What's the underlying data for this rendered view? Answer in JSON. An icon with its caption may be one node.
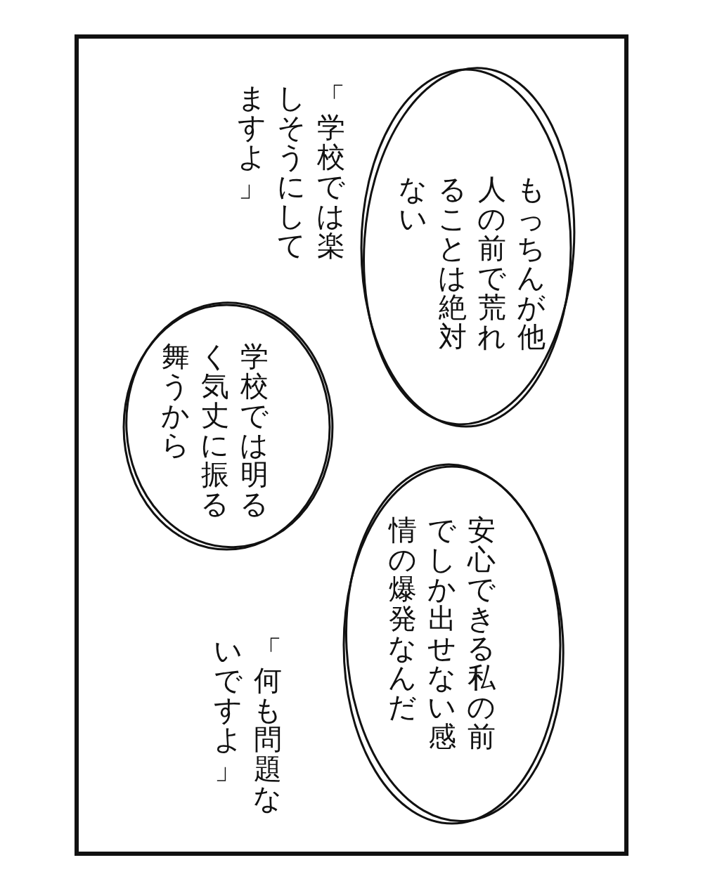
{
  "diagram": {
    "nodes": [
      {
        "text": [
          "もっちんが他人の前で荒れることは絶対ない"
        ]
      },
      {
        "text": [
          "学校では明るく気丈に振る舞うから"
        ]
      },
      {
        "text": [
          "安心できる私の前でしか出せない感情の爆発なんだ"
        ]
      }
    ],
    "labels": [
      "「学校では楽しそうにしてますよ」",
      "「何も問題ないですよ」"
    ]
  }
}
